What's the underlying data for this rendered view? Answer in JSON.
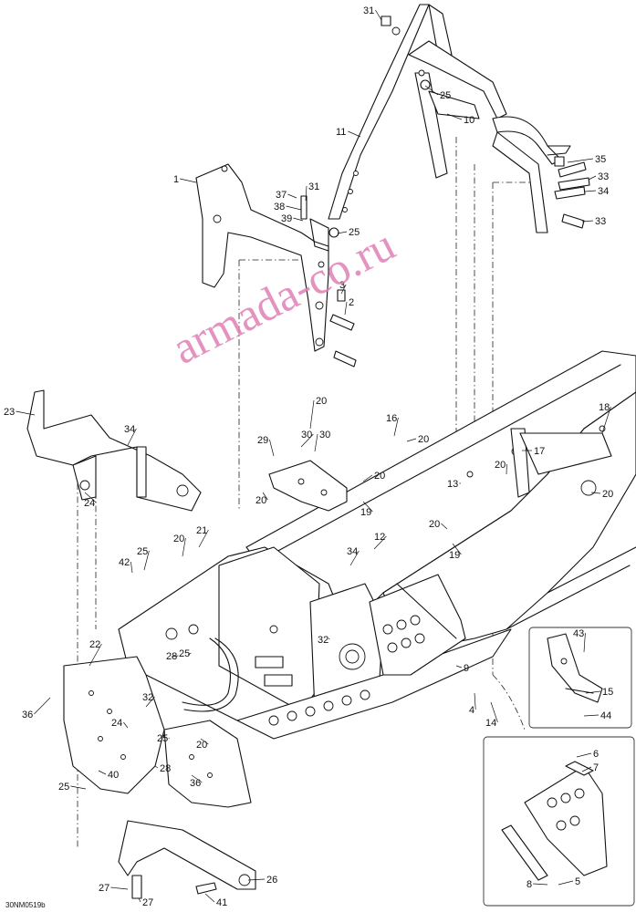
{
  "diagram": {
    "drawing_code": "30NM0519b",
    "watermark": "armada-co.ru",
    "callouts": [
      "1",
      "2",
      "3",
      "4",
      "5",
      "6",
      "7",
      "8",
      "9",
      "10",
      "11",
      "12",
      "13",
      "14",
      "15",
      "16",
      "17",
      "18",
      "19",
      "20",
      "21",
      "22",
      "23",
      "24",
      "25",
      "26",
      "27",
      "28",
      "29",
      "30",
      "31",
      "32",
      "33",
      "34",
      "35",
      "36",
      "37",
      "38",
      "39",
      "40",
      "41",
      "42",
      "43",
      "44"
    ]
  }
}
